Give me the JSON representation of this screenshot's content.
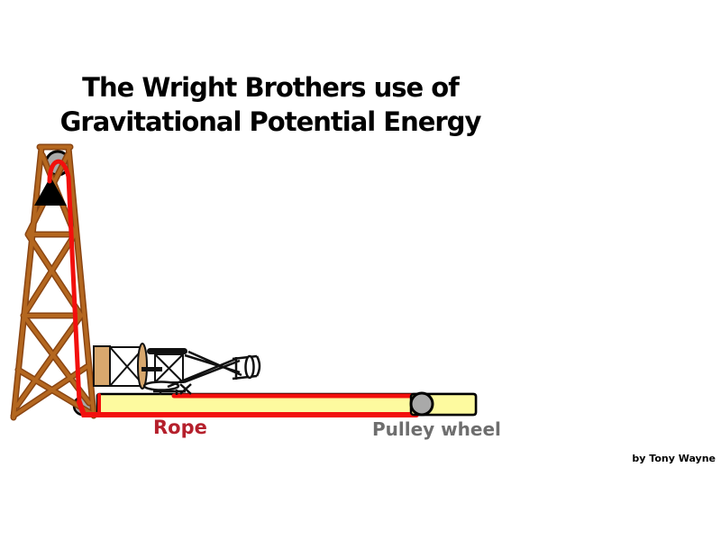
{
  "slide": {
    "title_line1": "The Wright Brothers use of",
    "title_line2": "Gravitational Potential Energy",
    "credit": "by Tony Wayne"
  },
  "diagram": {
    "rope_label": "Rope",
    "pulley_wheel_label": "Pulley wheel",
    "colors": {
      "title_text": "#000000",
      "rope": "#f2100d",
      "rail": "#fdfa9f",
      "tower": "#b4671f",
      "tower_dark": "#8a4512",
      "pulley": "#a9a9a9",
      "weight": "#000000",
      "canard": "#d8a86e",
      "rope_label_text": "#b5202c",
      "pulley_label_text": "#6e6e6e"
    }
  }
}
